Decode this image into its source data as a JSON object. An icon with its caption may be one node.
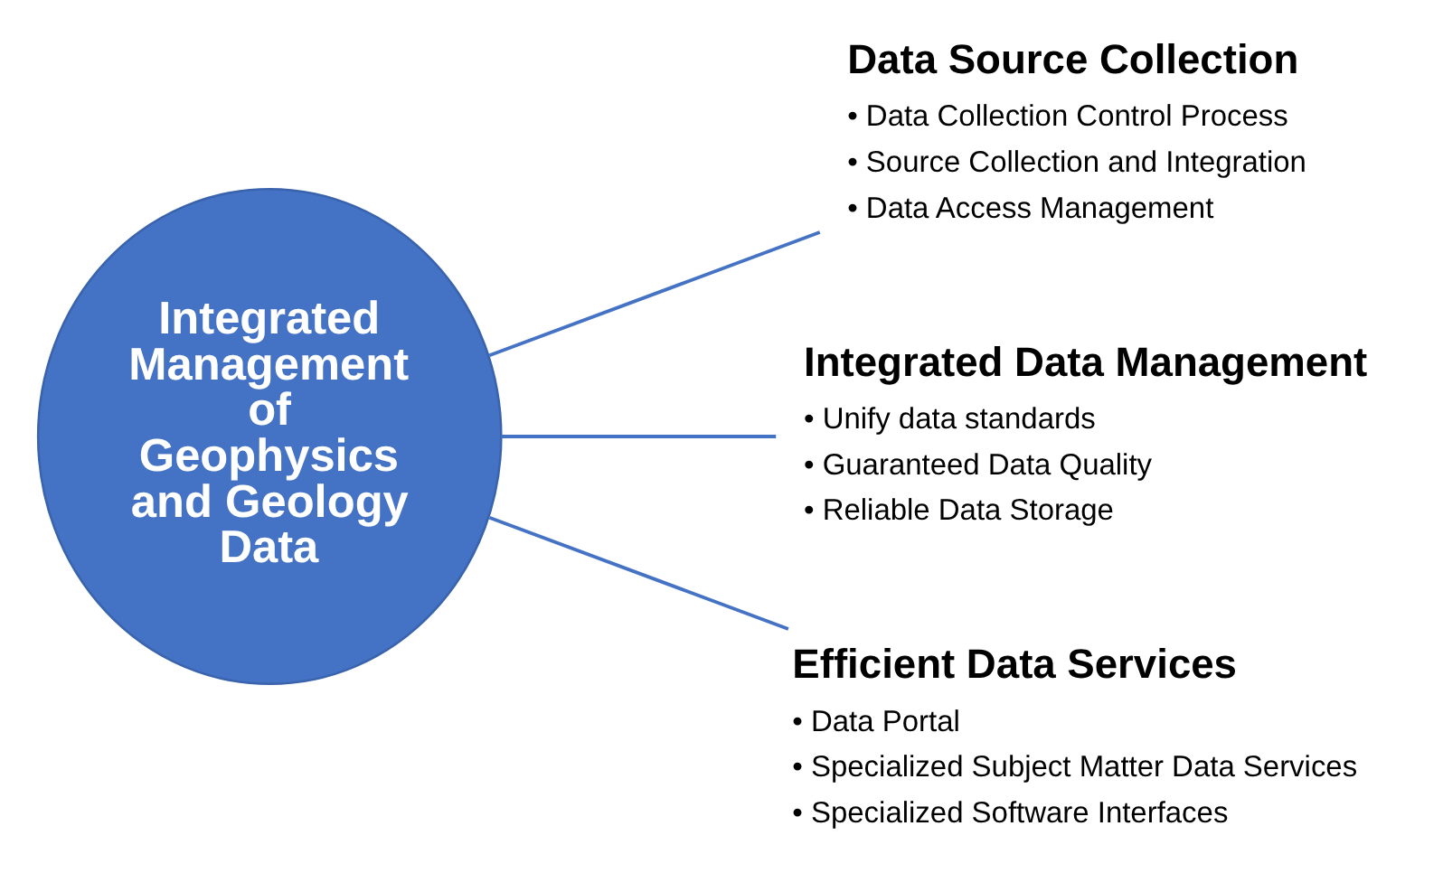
{
  "diagram": {
    "nodes": [
      {
        "text": [
          "Integrated Management of Geophysics and Geology Data"
        ]
      },
      {
        "text": [
          "Data Source Collection",
          "• Data Collection Control Process",
          "• Source Collection and Integration",
          "• Data Access Management"
        ]
      },
      {
        "text": [
          "Integrated Data Management",
          "• Unify data standards",
          "• Guaranteed Data Quality",
          "• Reliable Data Storage"
        ]
      },
      {
        "text": [
          "Efficient Data Services",
          "• Data Portal",
          "• Specialized Subject Matter Data Services",
          "• Specialized Software Interfaces"
        ]
      }
    ],
    "edges": [
      {
        "from": 0,
        "to": 1,
        "arrow": "none"
      },
      {
        "from": 0,
        "to": 2,
        "arrow": "none"
      },
      {
        "from": 0,
        "to": 3,
        "arrow": "none"
      }
    ]
  }
}
